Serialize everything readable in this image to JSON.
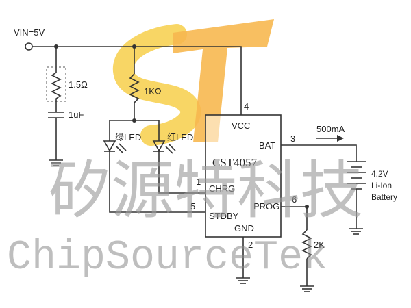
{
  "schematic": {
    "supply_label": "VIN=5V",
    "resistor_top_label": "1.5Ω",
    "capacitor_label": "1uF",
    "resistor_led_label": "1KΩ",
    "led_green_label": "绿LED",
    "led_red_label": "红LED",
    "chip": {
      "part_number": "CST4057",
      "pins": {
        "vcc": "VCC",
        "bat": "BAT",
        "chrg": "CHRG",
        "stdby": "STDBY",
        "prog": "PROG",
        "gnd": "GND"
      },
      "pin_numbers": {
        "vcc": "4",
        "bat": "3",
        "chrg": "1",
        "stdby": "5",
        "prog": "6",
        "gnd": "2"
      }
    },
    "current_label": "500mA",
    "prog_resistor_label": "2K",
    "battery_lines": [
      "4.2V",
      "Li-Ion",
      "Battery"
    ]
  },
  "watermark": {
    "chinese": "矽源特科技",
    "english": "ChipSourceTek"
  },
  "colors": {
    "logo_orange": "#f5a623",
    "logo_yellow": "#f7cd3f",
    "watermark_gray": "#8a8a8a"
  }
}
